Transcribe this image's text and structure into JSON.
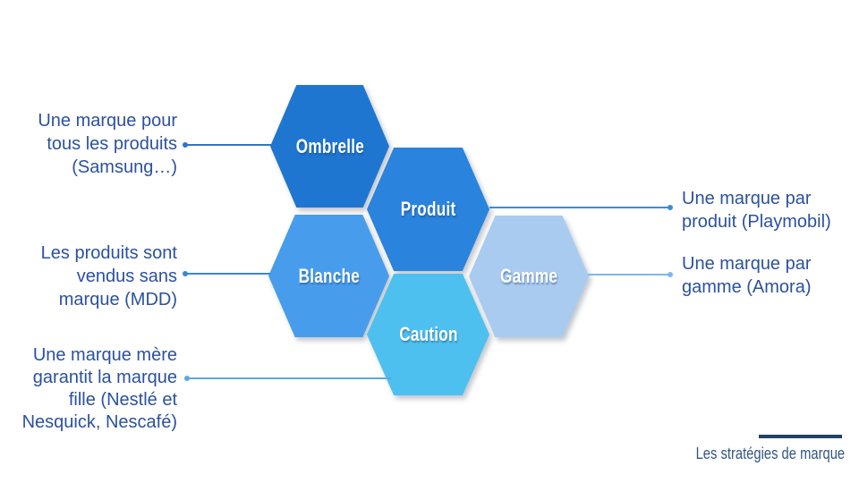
{
  "slide": {
    "background": "#ffffff",
    "text_color": "#2B519E",
    "hexagons": [
      {
        "label": "Ombrelle",
        "color": "#1E76D1"
      },
      {
        "label": "Produit",
        "color": "#2A83DC"
      },
      {
        "label": "Blanche",
        "color": "#479DEC"
      },
      {
        "label": "Caution",
        "color": "#4EC0EF"
      },
      {
        "label": "Gamme",
        "color": "#A9CBF0"
      }
    ],
    "annotations": {
      "left": [
        {
          "target": "Ombrelle",
          "connector_color": "#3173C8",
          "lines": [
            "Une marque pour",
            "tous les produits",
            "(Samsung…)"
          ]
        },
        {
          "target": "Blanche",
          "connector_color": "#3B86D3",
          "lines": [
            "Les produits sont",
            "vendus sans",
            "marque (MDD)"
          ]
        },
        {
          "target": "Caution",
          "connector_color": "#5CA9E2",
          "lines": [
            "Une marque mère",
            "garantit la marque",
            "fille (Nestlé et",
            "Nesquick, Nescafé)"
          ]
        }
      ],
      "right": [
        {
          "target": "Produit",
          "connector_color": "#3E8BD8",
          "lines": [
            "Une marque par",
            "produit (Playmobil)"
          ]
        },
        {
          "target": "Gamme",
          "connector_color": "#7FB8E9",
          "lines": [
            "Une marque par",
            "gamme (Amora)"
          ]
        }
      ]
    },
    "caption": {
      "text": "Les stratégies de marque",
      "color": "#31577E",
      "accent_bar_color": "#1F4266"
    }
  }
}
